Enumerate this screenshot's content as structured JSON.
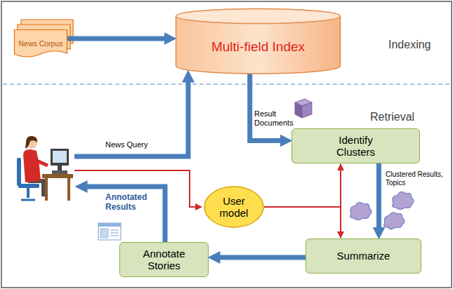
{
  "diagram": {
    "nodes": [
      {
        "text": [
          "News Corpus"
        ]
      },
      {
        "text": [
          "Multi-field Index"
        ]
      },
      {
        "text": [
          "Identify Clusters"
        ]
      },
      {
        "text": [
          "User model"
        ]
      },
      {
        "text": [
          "Annotate Stories"
        ]
      },
      {
        "text": [
          "Summarize"
        ]
      }
    ],
    "edges": [
      {
        "from": 0,
        "to": 1,
        "arrow": "to"
      },
      {
        "from": 1,
        "to": 2,
        "label": "Result Documents",
        "arrow": "to"
      },
      {
        "from": 2,
        "to": 5,
        "label": "Clustered Results, Topics",
        "arrow": "to"
      },
      {
        "from": 3,
        "to": 2,
        "arrow": "to"
      },
      {
        "from": 3,
        "to": 5,
        "arrow": "to"
      },
      {
        "from": 5,
        "to": 4,
        "arrow": "to"
      }
    ],
    "labels": [
      "Indexing",
      "Retrieval",
      "News Query",
      "Annotated Results"
    ]
  }
}
